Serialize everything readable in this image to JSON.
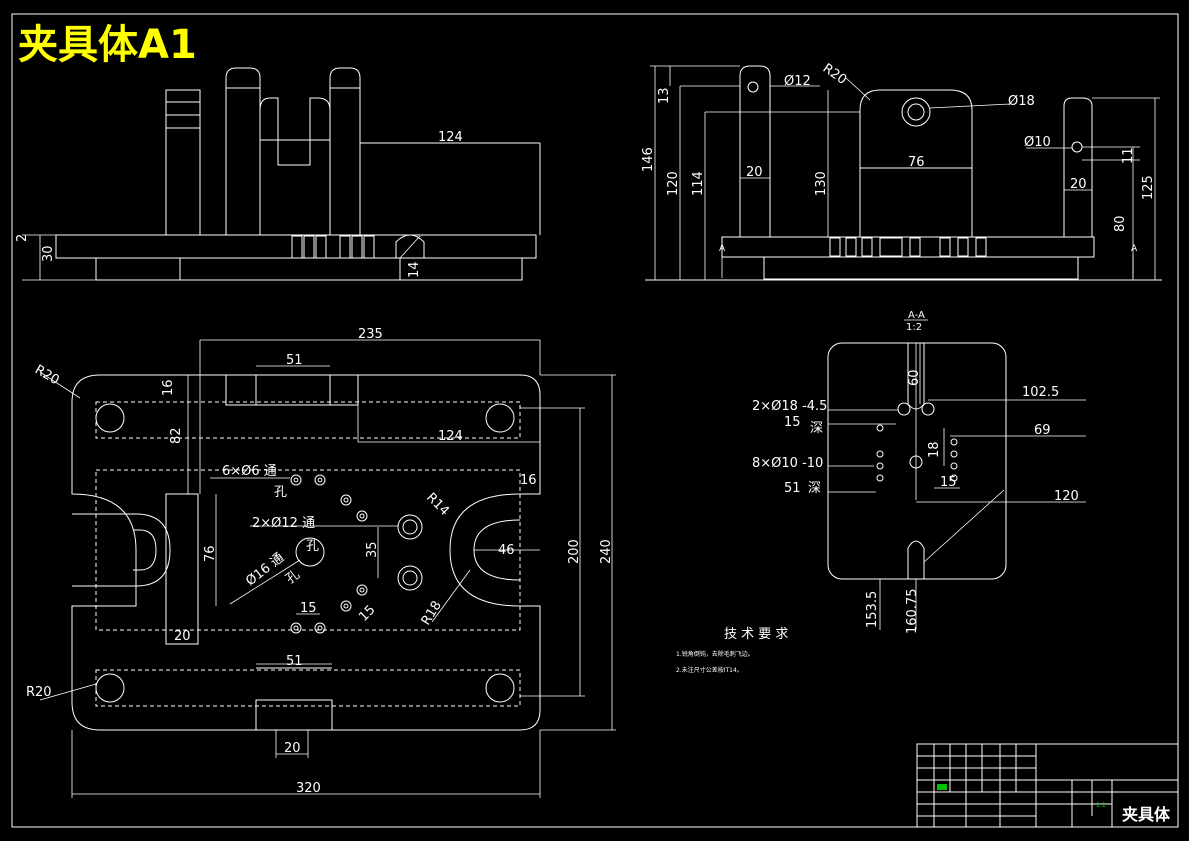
{
  "drawing_title": "夹具体A1",
  "title_block": {
    "part_name": "夹具体",
    "scale": "1:1"
  },
  "front_view": {
    "d124": "124",
    "d2": "2",
    "d30": "30",
    "d14": "14"
  },
  "side_view": {
    "d_phi12": "Ø12",
    "d_r20": "R20",
    "d_phi18": "Ø18",
    "d13": "13",
    "d146": "146",
    "d120": "120",
    "d114": "114",
    "d20a": "20",
    "d130": "130",
    "d76": "76",
    "d_phi10": "Ø10",
    "d11": "11",
    "d20b": "20",
    "d125": "125",
    "d80": "80",
    "cut_a_left": "A",
    "cut_a_right": "A"
  },
  "plan_view": {
    "r20_top": "R20",
    "d235": "235",
    "d51_top": "51",
    "d16_left": "16",
    "d82": "82",
    "d124": "124",
    "d16_right": "16",
    "holes6": "6×Ø6 通",
    "holes6_b": "孔",
    "holes12": "2×Ø12 通",
    "holes12_b": "孔",
    "r14": "R14",
    "d35": "35",
    "d46": "46",
    "d76": "76",
    "hole16": "Ø16 通",
    "hole16_b": "孔",
    "d15a": "15",
    "d15b": "15",
    "r18": "R18",
    "d20_left": "20",
    "d51_bottom": "51",
    "d20_bottom": "20",
    "d200": "200",
    "d240": "240",
    "r20_bottom": "R20",
    "d320": "320"
  },
  "section_view": {
    "label": "A-A",
    "scale": "1:2",
    "d60": "60",
    "d102_5": "102.5",
    "holes18": "2×Ø18 -4.5",
    "d15": "15",
    "deep1": "深",
    "d69": "69",
    "d18": "18",
    "holes10": "8×Ø10 -10",
    "d15b": "15",
    "d51": "51",
    "deep2": "深",
    "d120": "120",
    "d153_5": "153.5",
    "d160_75": "160.75"
  },
  "tech_req": {
    "heading": "技 术 要 求",
    "line1": "1.锐角倒钝，去除毛刺飞边。",
    "line2": "2.未注尺寸公差按IT14。"
  }
}
